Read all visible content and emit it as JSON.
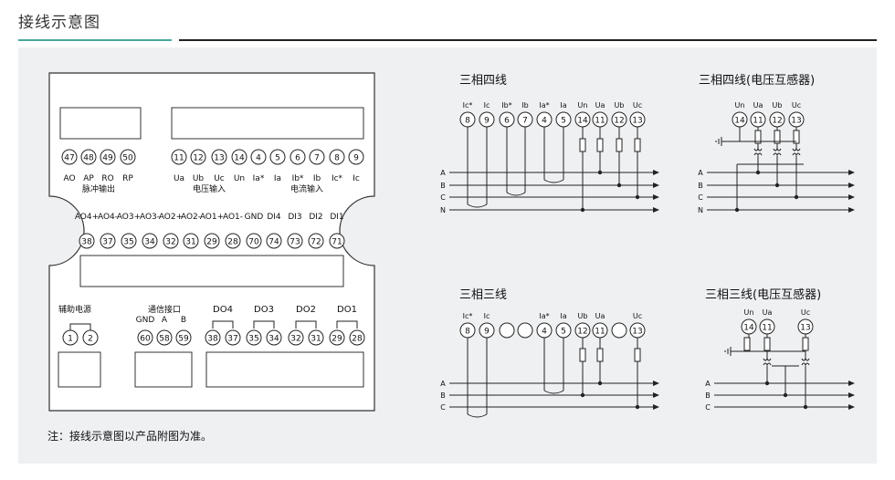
{
  "page_title": "接线示意图",
  "note": "注：接线示意图以产品附图为准。",
  "device": {
    "top_terminals_left": [
      {
        "num": "47",
        "label": "AO"
      },
      {
        "num": "48",
        "label": "AP"
      },
      {
        "num": "49",
        "label": "RO"
      },
      {
        "num": "50",
        "label": "RP"
      }
    ],
    "top_group_left_label": "脉冲输出",
    "top_terminals_right": [
      {
        "num": "11",
        "label": "Ua"
      },
      {
        "num": "12",
        "label": "Ub"
      },
      {
        "num": "13",
        "label": "Uc"
      },
      {
        "num": "14",
        "label": "Un"
      },
      {
        "num": "4",
        "label": "Ia*"
      },
      {
        "num": "5",
        "label": "Ia"
      },
      {
        "num": "6",
        "label": "Ib*"
      },
      {
        "num": "7",
        "label": "Ib"
      },
      {
        "num": "8",
        "label": "Ic*"
      },
      {
        "num": "9",
        "label": "Ic"
      }
    ],
    "voltage_input_label": "电压输入",
    "current_input_label": "电流输入",
    "mid_terminals": [
      {
        "num": "38",
        "label": "AO4+"
      },
      {
        "num": "37",
        "label": "AO4-"
      },
      {
        "num": "35",
        "label": "AO3+"
      },
      {
        "num": "34",
        "label": "AO3-"
      },
      {
        "num": "32",
        "label": "AO2+"
      },
      {
        "num": "31",
        "label": "AO2-"
      },
      {
        "num": "29",
        "label": "AO1+"
      },
      {
        "num": "28",
        "label": "AO1-"
      },
      {
        "num": "70",
        "label": "GND"
      },
      {
        "num": "74",
        "label": "DI4"
      },
      {
        "num": "73",
        "label": "DI3"
      },
      {
        "num": "72",
        "label": "DI2"
      },
      {
        "num": "71",
        "label": "DI1"
      }
    ],
    "aux_power_label": "辅助电源",
    "aux_terminals": [
      "1",
      "2"
    ],
    "comm_label": "通信接口",
    "comm_terminals": [
      {
        "num": "60",
        "label": "GND"
      },
      {
        "num": "58",
        "label": "A"
      },
      {
        "num": "59",
        "label": "B"
      }
    ],
    "do_groups": [
      {
        "label": "DO4",
        "nums": [
          "38",
          "37"
        ]
      },
      {
        "label": "DO3",
        "nums": [
          "35",
          "34"
        ]
      },
      {
        "label": "DO2",
        "nums": [
          "32",
          "31"
        ]
      },
      {
        "label": "DO1",
        "nums": [
          "29",
          "28"
        ]
      }
    ]
  },
  "diagrams": {
    "d1": {
      "title": "三相四线",
      "labels": [
        "Ic*",
        "Ic",
        "Ib*",
        "Ib",
        "Ia*",
        "Ia",
        "Un",
        "Ua",
        "Ub",
        "Uc"
      ],
      "nums": [
        "8",
        "9",
        "6",
        "7",
        "4",
        "5",
        "14",
        "11",
        "12",
        "13"
      ],
      "lines": [
        "A",
        "B",
        "C",
        "N"
      ]
    },
    "d2": {
      "title": "三相四线(电压互感器)",
      "labels": [
        "Un",
        "Ua",
        "Ub",
        "Uc"
      ],
      "nums": [
        "14",
        "11",
        "12",
        "13"
      ],
      "lines": [
        "A",
        "B",
        "C",
        "N"
      ]
    },
    "d3": {
      "title": "三相三线",
      "labels": [
        "Ic*",
        "Ic",
        "",
        "",
        "Ia*",
        "Ia",
        "Ub",
        "Ua",
        "",
        "Uc"
      ],
      "nums": [
        "8",
        "9",
        "",
        "",
        "4",
        "5",
        "12",
        "11",
        "",
        "13"
      ],
      "lines": [
        "A",
        "B",
        "C"
      ]
    },
    "d4": {
      "title": "三相三线(电压互感器)",
      "labels": [
        "Un",
        "Ua",
        "Uc"
      ],
      "nums": [
        "14",
        "11",
        "13"
      ],
      "lines": [
        "A",
        "B",
        "C"
      ]
    }
  }
}
